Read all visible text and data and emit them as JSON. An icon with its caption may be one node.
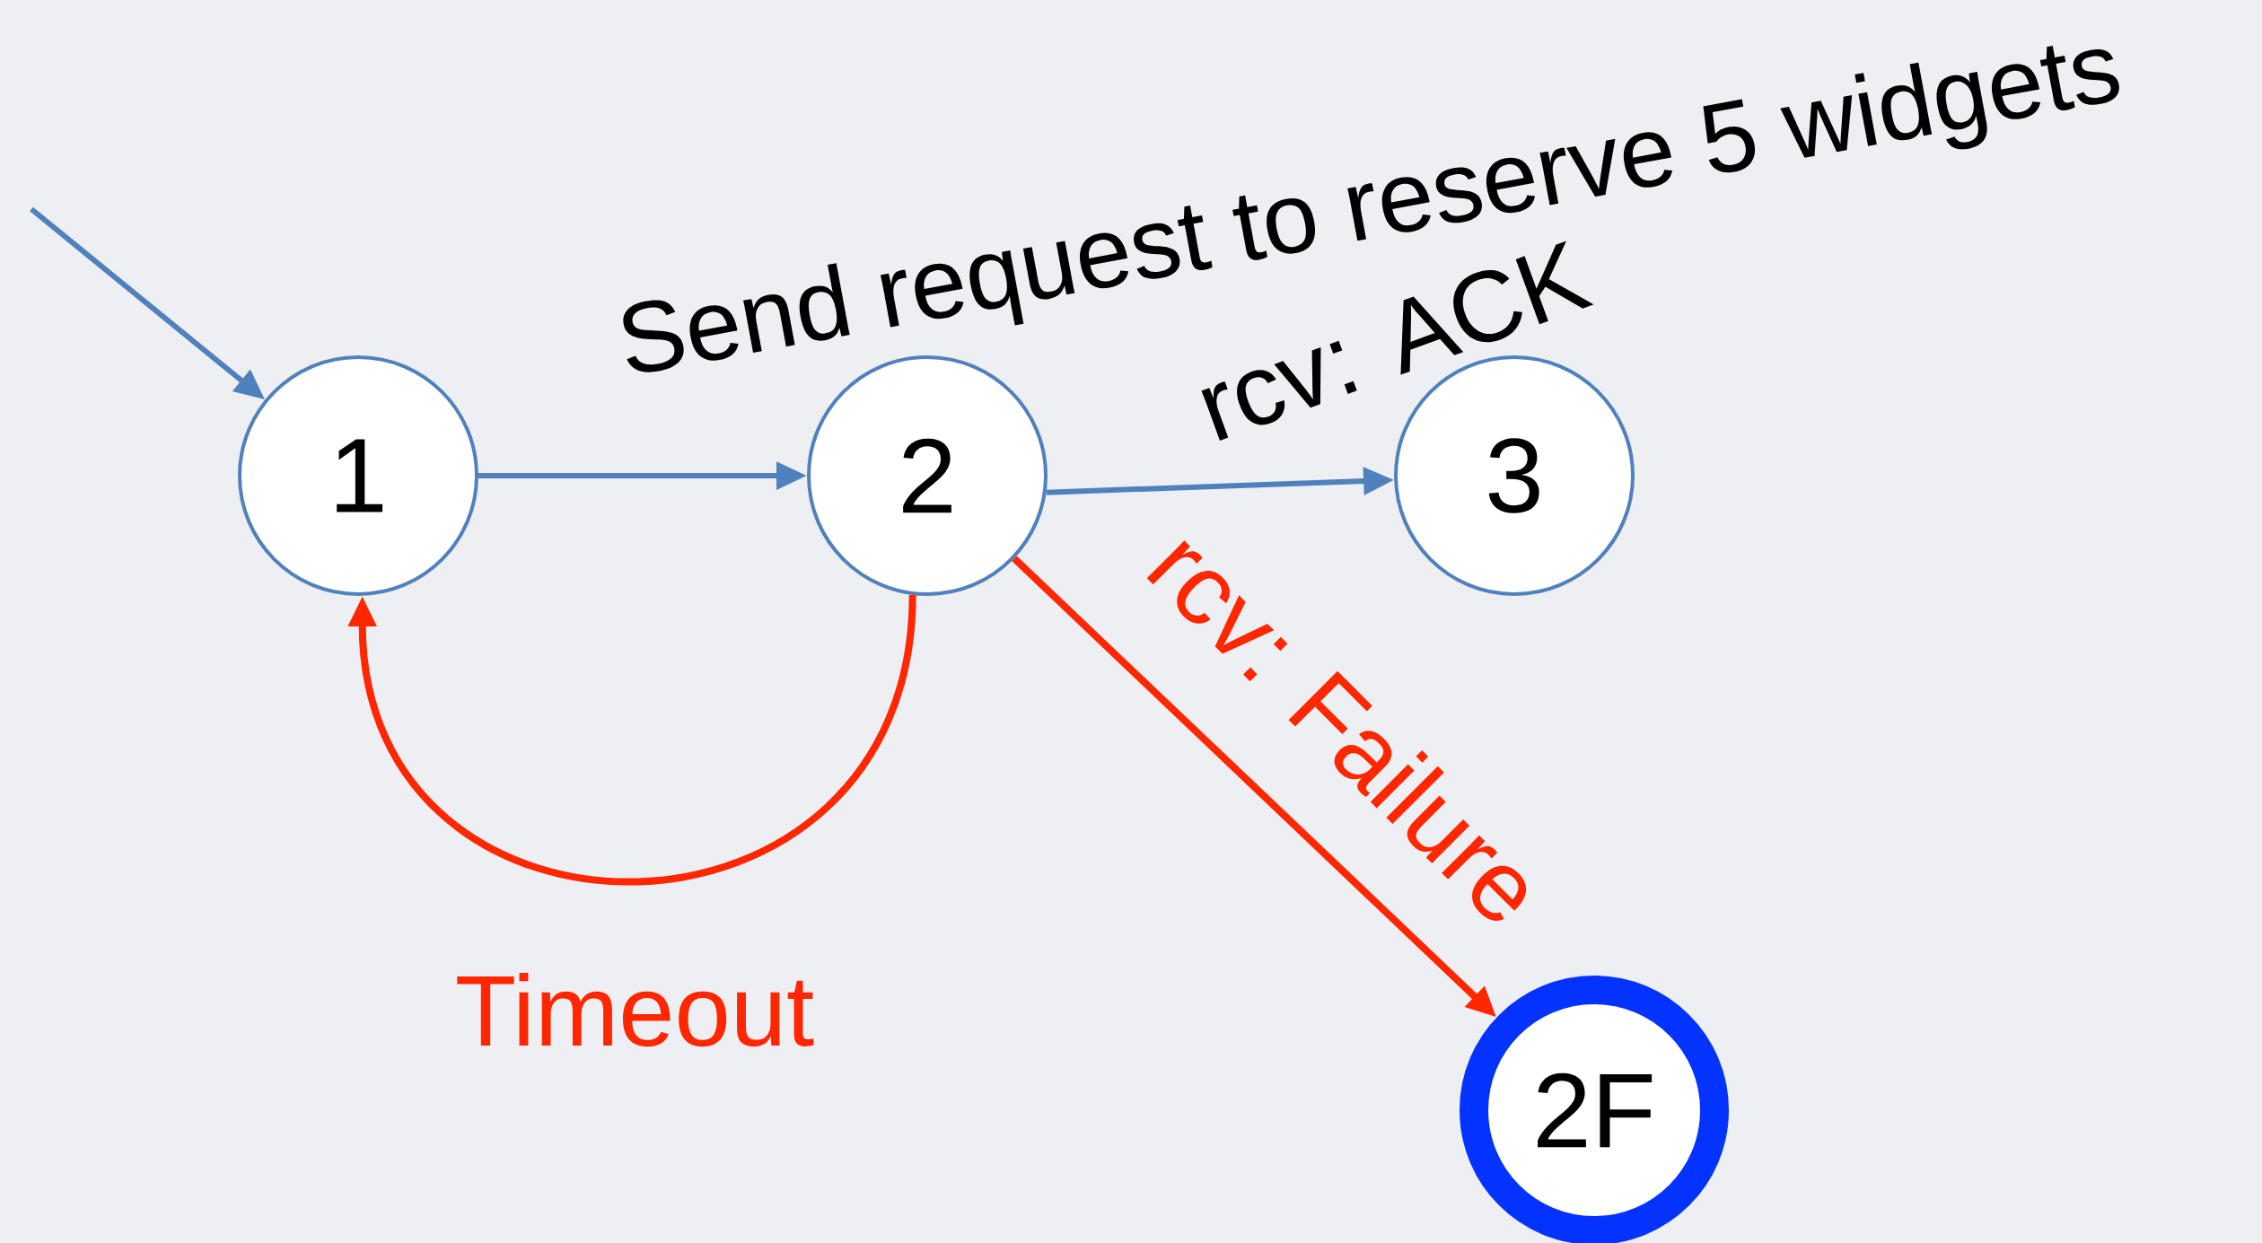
{
  "diagram": {
    "nodes": [
      {
        "text": [
          "1"
        ]
      },
      {
        "text": [
          "2"
        ]
      },
      {
        "text": [
          "3"
        ]
      },
      {
        "text": [
          "2F"
        ]
      }
    ],
    "edges": [
      {
        "from": null,
        "to": 0,
        "arrow": "to"
      },
      {
        "from": 0,
        "to": 1,
        "arrow": "to",
        "label": "Send request to reserve 5 widgets"
      },
      {
        "from": 1,
        "to": 2,
        "arrow": "to",
        "label": "rcv: ACK"
      },
      {
        "from": 1,
        "to": 0,
        "arrow": "to",
        "label": "Timeout",
        "color": "#ff2600"
      },
      {
        "from": 1,
        "to": 3,
        "arrow": "to",
        "label": "rcv: Failure",
        "color": "#ff2600"
      }
    ]
  }
}
